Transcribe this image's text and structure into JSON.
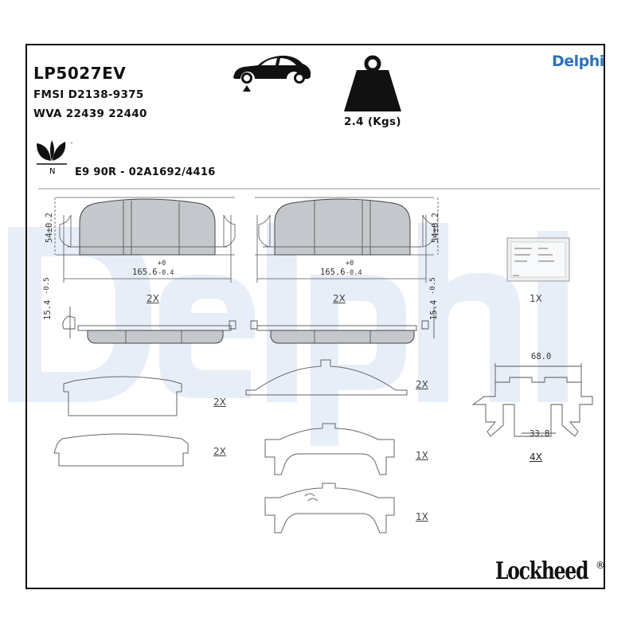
{
  "header": {
    "part_number": "LP5027EV",
    "fmsi": "FMSI D2138-9375",
    "wva": "WVA 22439 22440",
    "weight": "2.4 (Kgs)",
    "approval": "E9 90R - 02A1692/4416",
    "brand": "Delphi",
    "eco_mark": "N",
    "tm": "™"
  },
  "footer": {
    "logo": "Lockheed",
    "reg": "®"
  },
  "dimensions": {
    "pad_height": "54±0.2",
    "pad_height_right": "54±0.2",
    "pad_length_left": "165.6",
    "pad_length_right": "165.6",
    "tol_plus": "+0",
    "tol_minus": "-0.4",
    "thickness": "15.4",
    "thickness_tol": "-0.5",
    "clip_width": "68.0",
    "clip_inner": "33.8"
  },
  "quantities": {
    "pads_left": "2X",
    "pads_right": "2X",
    "grease": "1X",
    "shim_a": "2X",
    "shim_b": "2X",
    "shim_c": "2X",
    "shim_d": "1X",
    "shim_e": "1X",
    "clips": "4X"
  },
  "colors": {
    "brand": "#2e73b8",
    "pad_fill": "#c4c8cd",
    "watermark": "#e6edf6"
  }
}
